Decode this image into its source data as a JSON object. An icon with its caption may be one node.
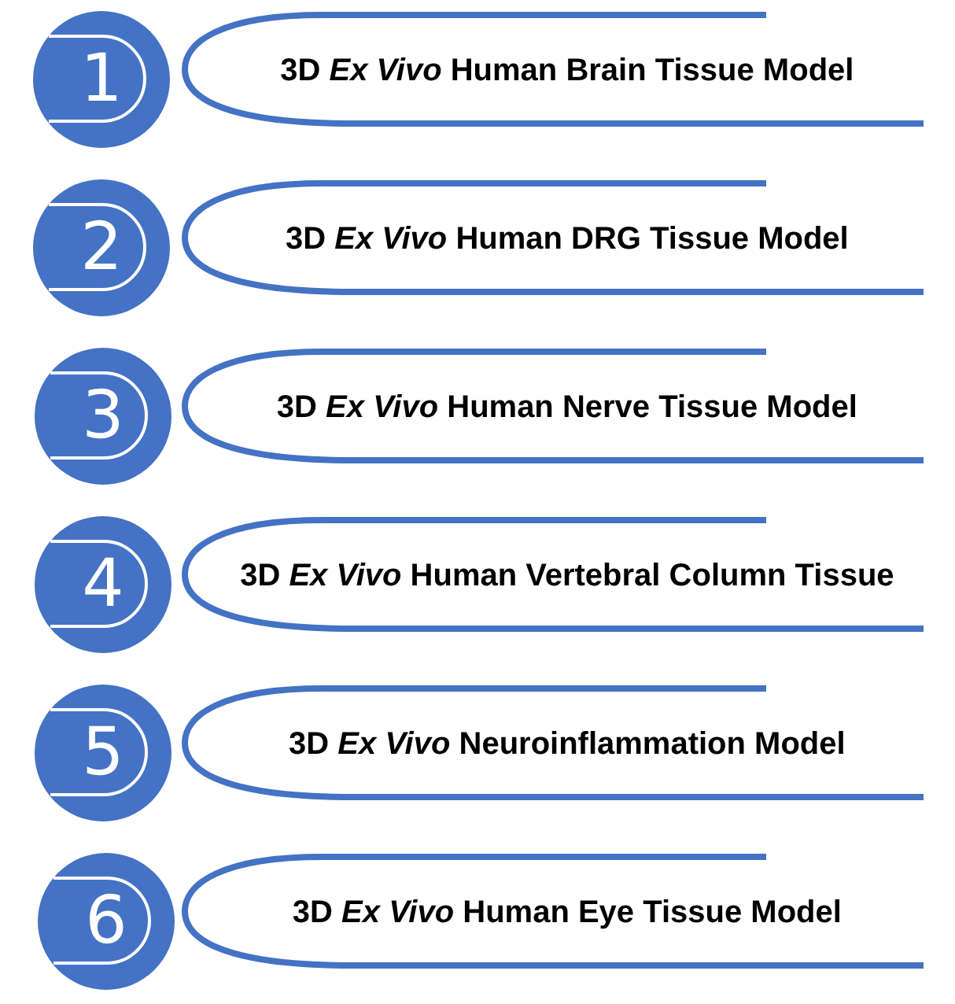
{
  "diagram": {
    "nodes": [
      {
        "text": [
          "1"
        ]
      },
      {
        "text": [
          "3D *Ex Vivo* Human Brain Tissue Model"
        ]
      },
      {
        "text": [
          "2"
        ]
      },
      {
        "text": [
          "3D *Ex Vivo* Human DRG Tissue Model"
        ]
      },
      {
        "text": [
          "3"
        ]
      },
      {
        "text": [
          "3D *Ex Vivo* Human Nerve Tissue Model"
        ]
      },
      {
        "text": [
          "4"
        ]
      },
      {
        "text": [
          "3D *Ex Vivo* Human Vertebral Column Tissue"
        ]
      },
      {
        "text": [
          "5"
        ]
      },
      {
        "text": [
          "3D *Ex Vivo* Neuroinflammation Model"
        ]
      },
      {
        "text": [
          "6"
        ]
      },
      {
        "text": [
          "3D *Ex Vivo* Human Eye Tissue Model"
        ]
      }
    ]
  }
}
